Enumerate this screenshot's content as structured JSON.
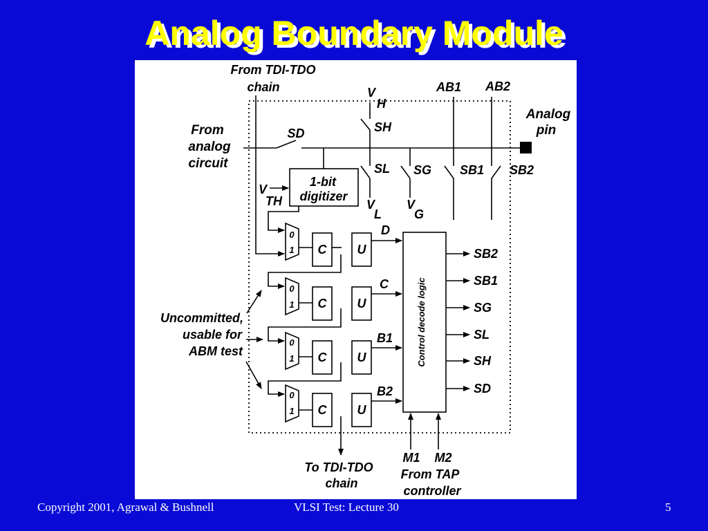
{
  "slide": {
    "title": "Analog Boundary Module",
    "footer_left": "Copyright 2001, Agrawal & Bushnell",
    "footer_center": "VLSI Test: Lecture 30",
    "page_number": "5",
    "colors": {
      "background": "#0a0ad6",
      "title": "#ffff00",
      "title_shadow": "#ffffff",
      "footer": "#ffffff"
    }
  },
  "diagram": {
    "from_tdi_l1": "From TDI-TDO",
    "from_tdi_l2": "chain",
    "ab1": "AB1",
    "ab2": "AB2",
    "vh_v": "V",
    "vh_sub": "H",
    "sh": "SH",
    "analog_pin_l1": "Analog",
    "analog_pin_l2": "pin",
    "from_analog_l1": "From",
    "from_analog_l2": "analog",
    "from_analog_l3": "circuit",
    "sd": "SD",
    "sl": "SL",
    "sg": "SG",
    "sb1": "SB1",
    "sb2": "SB2",
    "digitizer_l1": "1-bit",
    "digitizer_l2": "digitizer",
    "vth_v": "V",
    "vth_sub": "TH",
    "vl_v": "V",
    "vl_sub": "L",
    "vg_v": "V",
    "vg_sub": "G",
    "mux_zero": "0",
    "mux_one": "1",
    "reg_c": "C",
    "reg_u": "U",
    "sig_d": "D",
    "sig_c": "C",
    "sig_b1": "B1",
    "sig_b2": "B2",
    "control_logic": "Control decode logic",
    "out_sb2": "SB2",
    "out_sb1": "SB1",
    "out_sg": "SG",
    "out_sl": "SL",
    "out_sh": "SH",
    "out_sd": "SD",
    "uncommitted_l1": "Uncommitted,",
    "uncommitted_l2": "usable for",
    "uncommitted_l3": "ABM test",
    "to_tdi_l1": "To TDI-TDO",
    "to_tdi_l2": "chain",
    "m1": "M1",
    "m2": "M2",
    "from_tap_l1": "From TAP",
    "from_tap_l2": "controller"
  }
}
